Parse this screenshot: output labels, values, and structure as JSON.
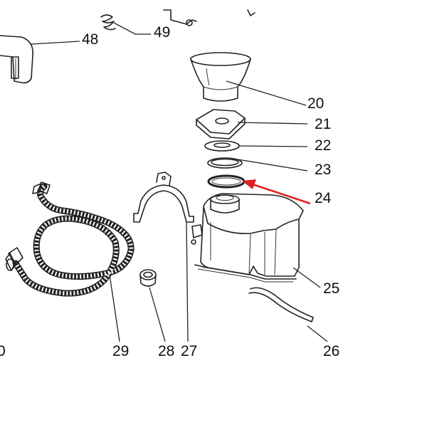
{
  "diagram": {
    "callouts": {
      "c48": "48",
      "c49": "49",
      "c20": "20",
      "c21": "21",
      "c22": "22",
      "c23": "23",
      "c24": "24",
      "c25": "25",
      "c26": "26",
      "c27": "27",
      "c28": "28",
      "c29": "29",
      "c30": "0"
    },
    "highlight_arrow_color": "#dd2222",
    "line_color": "#222222",
    "background_color": "#ffffff"
  }
}
